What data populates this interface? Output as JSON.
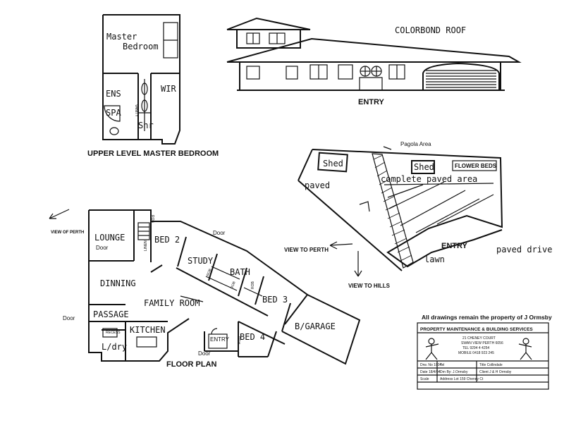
{
  "upper_plan": {
    "rooms": [
      "Master",
      "Bedroom",
      "ENS",
      "SPA",
      "WIR",
      "Shr",
      "VANITY"
    ],
    "title": "UPPER LEVEL MASTER BEDROOM"
  },
  "elevation": {
    "roof_label": "COLORBOND ROOF",
    "caption": "ENTRY"
  },
  "site_plan": {
    "pergola": "Pagola Area",
    "shed_left": "Shed",
    "shed_right": "Shed",
    "flower_beds": "FLOWER BEDS",
    "paved": "paved",
    "complete_paved": "complete paved area",
    "entry": "ENTRY",
    "lawn": "lawn",
    "paved_drive": "paved drive",
    "view_perth": "VIEW TO PERTH",
    "view_hills": "VIEW TO HILLS"
  },
  "floor_plan": {
    "view_of_perth": "VIEW OF PERTH",
    "rooms": {
      "lounge": "LOUNGE",
      "bed2": "BED 2",
      "study": "STUDY",
      "bath": "BATH",
      "dinning": "DINNING",
      "family": "FAMILY ROOM",
      "bed3": "BED 3",
      "passage": "PASSAGE",
      "kitchen": "KITCHEN",
      "entry": "ENTRY",
      "bed4": "BED 4",
      "garage": "B/GARAGE",
      "laundry": "L/dry"
    },
    "doors": [
      "Door",
      "Door",
      "Door",
      "Door"
    ],
    "small_labels": [
      "ROB",
      "ROB",
      "ROB",
      "ROB",
      "ROB",
      "LINEN",
      "RECESS"
    ],
    "title": "FLOOR PLAN"
  },
  "title_block": {
    "ownership": "All drawings remain the property of J Ormsby",
    "company": "PROPERTY MAINTENANCE & BUILDING SERVICES",
    "address_lines": [
      "21 CHENEY COURT",
      "SWAN VIEW PERTH 6056",
      "TEL 9294 4 4254",
      "MOBILE 0418 923 245"
    ],
    "drawing_no": "Drw. No 1004",
    "tel_field": "Tel",
    "title": "Title Collindale",
    "date": "Date 18/4/94",
    "drawn_by": "Drn By: J.Ormsby",
    "client": "Client J & H Ormsby",
    "scale": "Scale",
    "address": "Address Lot 159 Cheney Ct"
  }
}
